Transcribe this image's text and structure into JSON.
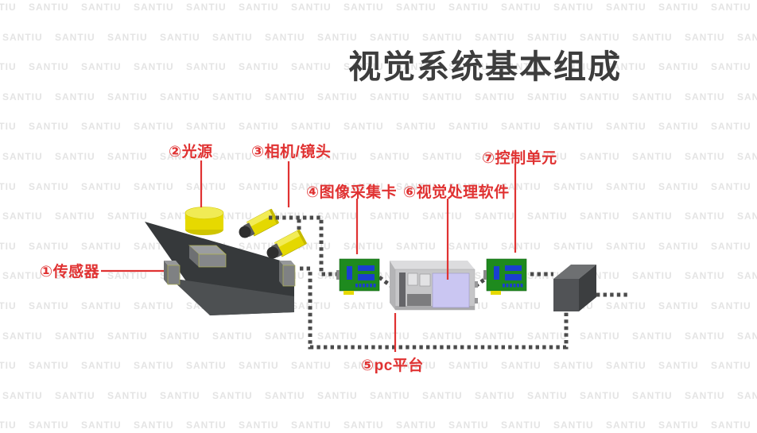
{
  "title": "视觉系统基本组成",
  "watermark": {
    "text": "SANTIU"
  },
  "diagram": {
    "labels": {
      "sensor": "①传感器",
      "light": "②光源",
      "camera": "③相机/镜头",
      "capture_card": "④图像采集卡",
      "pc": "⑤pc平台",
      "software": "⑥视觉处理软件",
      "control": "⑦控制单元"
    },
    "components": [
      "传感器",
      "光源",
      "相机/镜头",
      "图像采集卡",
      "pc平台",
      "视觉处理软件",
      "控制单元"
    ],
    "colors": {
      "label_red": "#e03232",
      "title_gray": "#3d3d3d",
      "pcb_green": "#1e8a1e",
      "chip_blue": "#1a3fd0",
      "component_yellow": "#e6d900",
      "cable_gray": "#4b4b4b",
      "screen_lavender": "#cac6f2",
      "conveyor_dark": "#36393b"
    }
  }
}
